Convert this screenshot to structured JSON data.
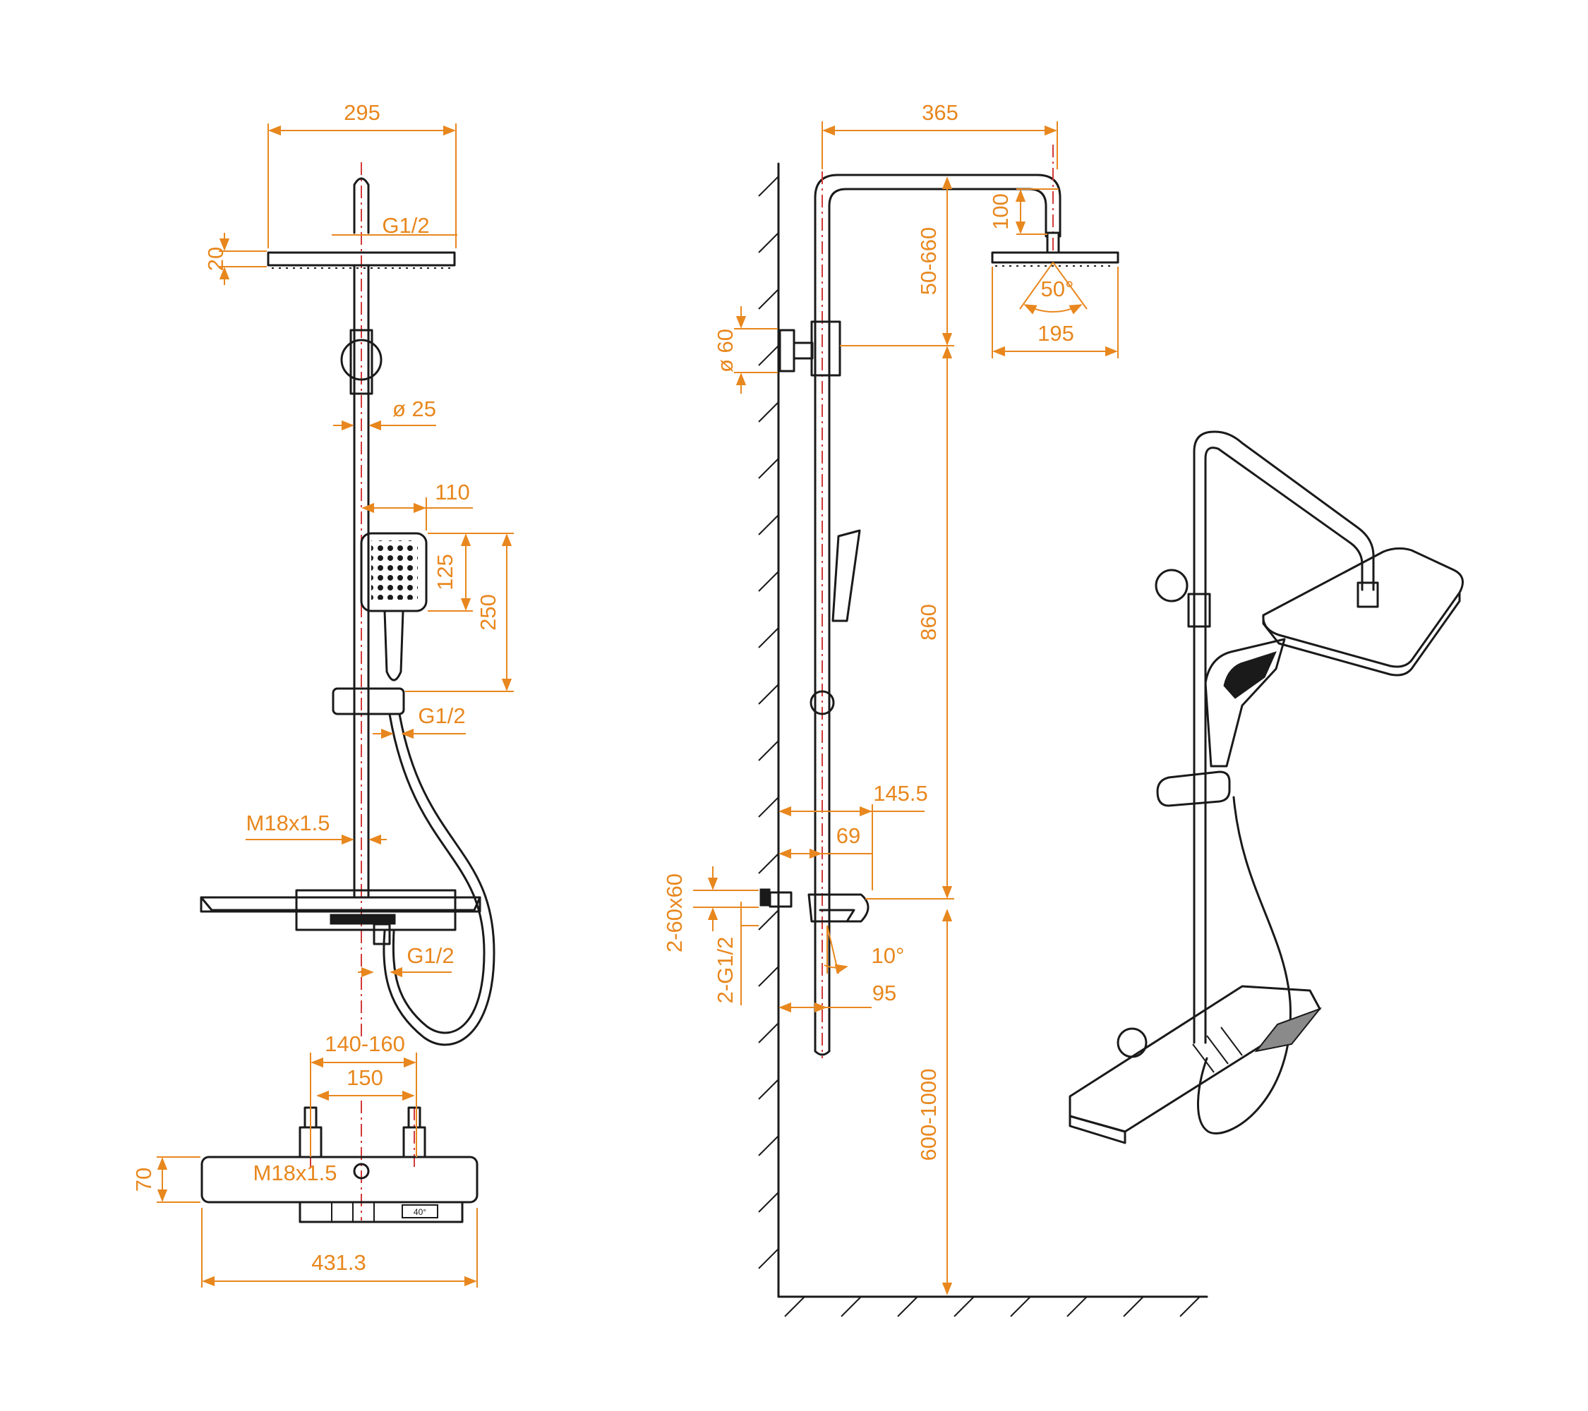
{
  "colors": {
    "dimension": "#e8871e",
    "centerline": "#d23a3a",
    "outline": "#1a1a1a"
  },
  "front_view": {
    "dims": {
      "head_width": "295",
      "head_thread": "G1/2",
      "head_thickness": "20",
      "pipe_diameter": "ø 25",
      "hand_shower_width": "110",
      "hand_head_height": "125",
      "hand_total_height": "250",
      "hose_thread": "G1/2",
      "pipe_thread": "M18x1.5",
      "outlet_thread": "G1/2"
    }
  },
  "mixer_top_view": {
    "dims": {
      "centers_range": "140-160",
      "centers": "150",
      "depth": "70",
      "thread": "M18x1.5",
      "width": "431.3"
    },
    "temp_display": "40°"
  },
  "side_view": {
    "dims": {
      "arm_reach": "365",
      "head_drop": "100",
      "riser_adjust": "50-660",
      "flange_diameter": "ø 60",
      "spray_angle": "50°",
      "head_depth": "195",
      "riser_height": "860",
      "mixer_projection": "145.5",
      "inlet_offset": "69",
      "inlet_size": "2-60x60",
      "inlet_thread": "2-G1/2",
      "spout_angle": "10°",
      "spout_reach": "95",
      "mount_height": "600-1000"
    }
  }
}
